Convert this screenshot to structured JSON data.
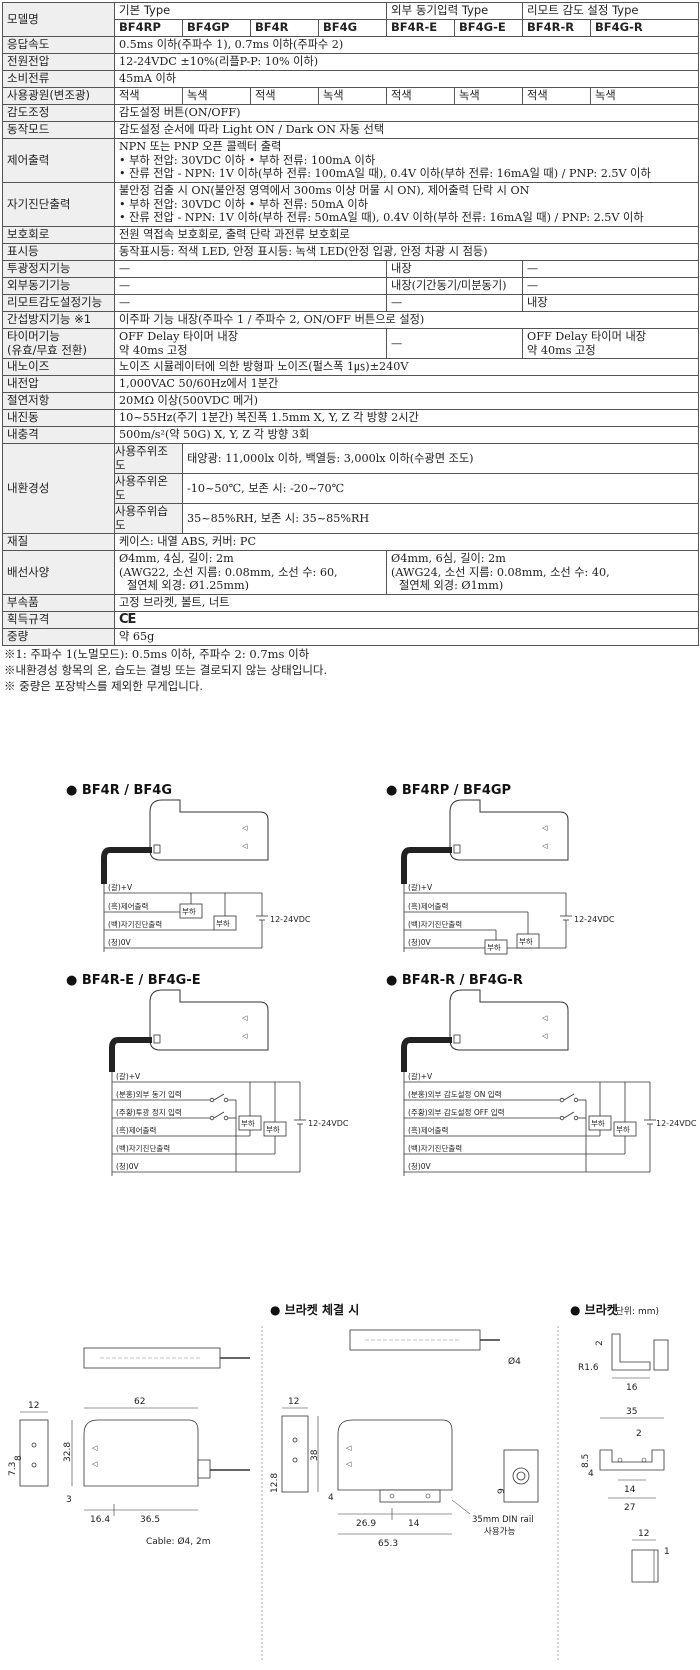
{
  "spec": {
    "header": {
      "model_label": "모델명",
      "group_basic": "기본 Type",
      "group_sync": "외부 동기입력 Type",
      "group_remote": "리모트 감도 설정 Type",
      "models": [
        "BF4RP",
        "BF4GP",
        "BF4R",
        "BF4G",
        "BF4R-E",
        "BF4G-E",
        "BF4R-R",
        "BF4G-R"
      ]
    },
    "response": {
      "label": "응답속도",
      "value": "0.5ms 이하(주파수 1), 0.7ms 이하(주파수 2)"
    },
    "voltage": {
      "label": "전원전압",
      "value": "12-24VDC ±10%(리플P-P: 10% 이하)"
    },
    "current": {
      "label": "소비전류",
      "value": "45mA 이하"
    },
    "light_source": {
      "label": "사용광원(변조광)",
      "values": [
        "적색",
        "녹색",
        "적색",
        "녹색",
        "적색",
        "녹색",
        "적색",
        "녹색"
      ]
    },
    "sensitivity": {
      "label": "감도조정",
      "value": "감도설정 버튼(ON/OFF)"
    },
    "mode": {
      "label": "동작모드",
      "value": "감도설정 순서에 따라 Light ON / Dark ON 자동 선택"
    },
    "control_output": {
      "label": "제어출력",
      "lines": [
        "NPN 또는 PNP 오픈 콜렉터 출력",
        "• 부하 전압: 30VDC 이하  • 부하 전류: 100mA 이하",
        "• 잔류 전압 - NPN: 1V 이하(부하 전류: 100mA일 때), 0.4V 이하(부하 전류: 16mA일 때) / PNP: 2.5V 이하"
      ]
    },
    "self_diag": {
      "label": "자기진단출력",
      "lines": [
        "불안정 검출 시 ON(불안정 영역에서 300ms 이상 머물 시 ON), 제어출력 단락 시 ON",
        "• 부하 전압: 30VDC 이하  • 부하 전류: 50mA 이하",
        "• 잔류 전압 - NPN: 1V 이하(부하 전류: 50mA일 때), 0.4V 이하(부하 전류: 16mA일 때) / PNP: 2.5V 이하"
      ]
    },
    "protection": {
      "label": "보호회로",
      "value": "전원 역접속 보호회로, 출력 단락 과전류 보호회로"
    },
    "indicator": {
      "label": "표시등",
      "value": "동작표시등: 적색 LED, 안정 표시등: 녹색 LED(안정 입광, 안정 차광 시 점등)"
    },
    "emit_stop": {
      "label": "투광정지기능",
      "a": "—",
      "b": "내장",
      "c": "—"
    },
    "ext_sync": {
      "label": "외부동기기능",
      "a": "—",
      "b": "내장(기간동기/미분동기)",
      "c": "—"
    },
    "remote": {
      "label": "리모트감도설정기능",
      "a": "—",
      "b": "—",
      "c": "내장"
    },
    "interference": {
      "label": "간섭방지기능 ※1",
      "value": "이주파 기능 내장(주파수 1 / 주파수 2, ON/OFF 버튼으로 설정)"
    },
    "timer": {
      "label1": "타이머기능",
      "label2": "(유효/무효 전환)",
      "a1": "OFF Delay 타이머 내장",
      "a2": "약 40ms 고정",
      "b": "—",
      "c1": "OFF Delay 타이머 내장",
      "c2": "약 40ms 고정"
    },
    "noise": {
      "label": "내노이즈",
      "value": "노이즈 시뮬레이터에 의한 방형파 노이즈(펄스폭 1㎲)±240V"
    },
    "withstand": {
      "label": "내전압",
      "value": "1,000VAC 50/60Hz에서 1분간"
    },
    "insulation": {
      "label": "절연저항",
      "value": "20MΩ 이상(500VDC 메거)"
    },
    "vibration": {
      "label": "내진동",
      "value": "10~55Hz(주기 1분간) 복진폭 1.5mm X, Y, Z 각 방향 2시간"
    },
    "shock": {
      "label": "내충격",
      "value": "500m/s²(약 50G) X, Y, Z 각 방향 3회"
    },
    "environment": {
      "label": "내환경성",
      "rows": [
        {
          "label": "사용주위조도",
          "value": "태양광: 11,000lx 이하, 백열등: 3,000lx 이하(수광면 조도)"
        },
        {
          "label": "사용주위온도",
          "value": "-10~50℃, 보존 시: -20~70℃"
        },
        {
          "label": "사용주위습도",
          "value": "35~85%RH, 보존 시: 35~85%RH"
        }
      ]
    },
    "material": {
      "label": "재질",
      "value": "케이스: 내열 ABS, 커버: PC"
    },
    "cable": {
      "label": "배선사양",
      "a": [
        "Ø4mm, 4심, 길이: 2m",
        "(AWG22, 소선 지름: 0.08mm, 소선 수: 60,",
        "절연체 외경: Ø1.25mm)"
      ],
      "b": [
        "Ø4mm, 6심, 길이: 2m",
        "(AWG24, 소선 지름: 0.08mm, 소선 수: 40,",
        "절연체 외경: Ø1mm)"
      ]
    },
    "accessory": {
      "label": "부속품",
      "value": "고정 브라켓, 볼트, 너트"
    },
    "approval": {
      "label": "획득규격",
      "value": "CE"
    },
    "weight": {
      "label": "중량",
      "value": "약 65g"
    }
  },
  "notes": [
    "※1: 주파수 1(노멀모드): 0.5ms 이하, 주파수 2: 0.7ms 이하",
    "※내환경성 항목의 온, 습도는 결빙 또는 결로되지 않는 상태입니다.",
    "※ 중량은 포장박스를 제외한 무게입니다."
  ],
  "wiring": {
    "titles": [
      "● BF4R / BF4G",
      "● BF4RP / BF4GP",
      "● BF4R-E / BF4G-E",
      "● BF4R-R / BF4G-R"
    ],
    "basic_wires": [
      "(갈)+V",
      "(흑)제어출력",
      "(백)자기진단출력",
      "(청)0V"
    ],
    "sync_wires": [
      "(갈)+V",
      "(분홍)외부 동기 입력",
      "(주황)투광 정지 입력",
      "(흑)제어출력",
      "(백)자기진단출력",
      "(청)0V"
    ],
    "remote_wires": [
      "(갈)+V",
      "(분홍)외부 감도설정 ON 입력",
      "(주황)외부 감도설정 OFF 입력",
      "(흑)제어출력",
      "(백)자기진단출력",
      "(청)0V"
    ],
    "load": "부하",
    "supply": "12-24VDC"
  },
  "dimensions": {
    "unit": "(단위: mm)",
    "bracket_mount_title": "● 브라켓 체결 시",
    "bracket_title": "● 브라켓",
    "main": [
      "12",
      "62",
      "7.3",
      "8",
      "32.8",
      "3",
      "16.4",
      "36.5",
      "Cable: Ø4, 2m"
    ],
    "mounted": [
      "12",
      "38",
      "12.8",
      "4",
      "26.9",
      "14",
      "65.3",
      "9",
      "Ø4"
    ],
    "din_rail": [
      "35mm DIN rail",
      "사용가능"
    ],
    "bracket": [
      "2",
      "R1.6",
      "16",
      "35",
      "2",
      "8.5",
      "4",
      "14",
      "27",
      "12",
      "1"
    ]
  }
}
